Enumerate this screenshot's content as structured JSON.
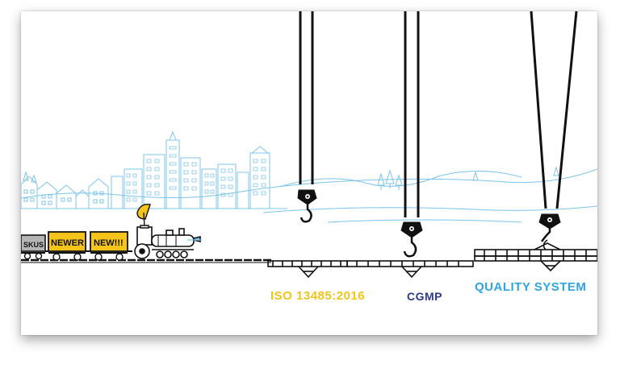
{
  "train": {
    "cars": [
      "SKUS",
      "NEWER",
      "NEW!!!"
    ]
  },
  "labels": {
    "iso": "ISO 13485:2016",
    "cgmp": "CGMP",
    "quality_system": "QUALITY SYSTEM"
  },
  "colors": {
    "skyline": "#7cc4ec",
    "iso": "#f2c418",
    "cgmp": "#2b3a8c",
    "quality_system": "#2ea4e6",
    "car_yellow": "#f7c51a",
    "car_gray": "#b5b5b5",
    "line": "#111111"
  },
  "icons": [
    "crane-hook-icon",
    "locomotive-icon",
    "satellite-dish-icon"
  ]
}
